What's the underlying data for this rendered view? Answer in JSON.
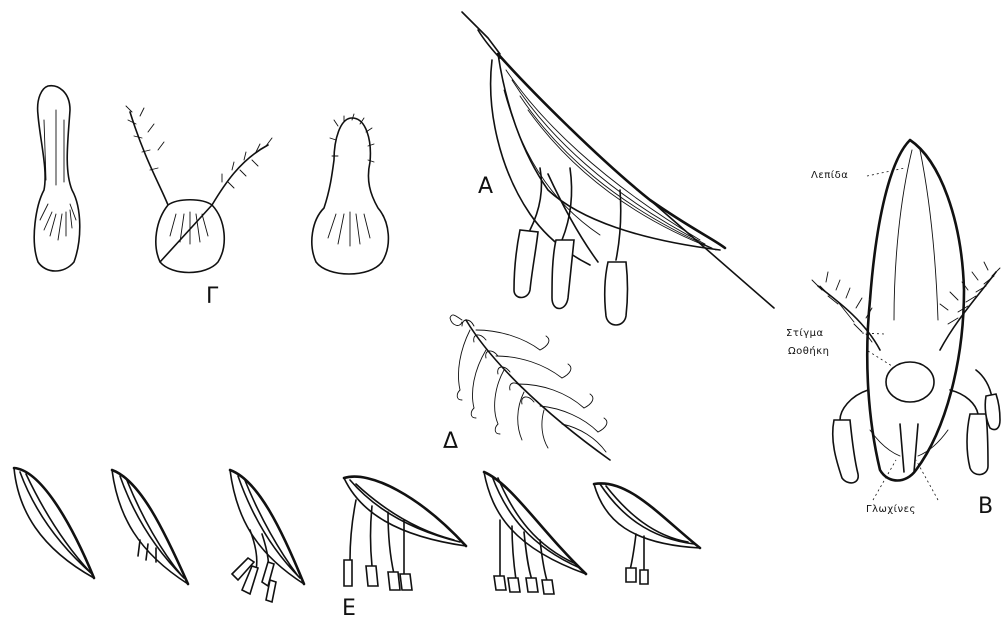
{
  "panels": {
    "A": "A",
    "B": "B",
    "G": "Γ",
    "D": "Δ",
    "E": "E"
  },
  "callouts": {
    "lepida": "Λεπίδα",
    "stigma": "Στίγμα",
    "oothiki": "Ωοθήκη",
    "glochines": "Γλωχίνες"
  }
}
